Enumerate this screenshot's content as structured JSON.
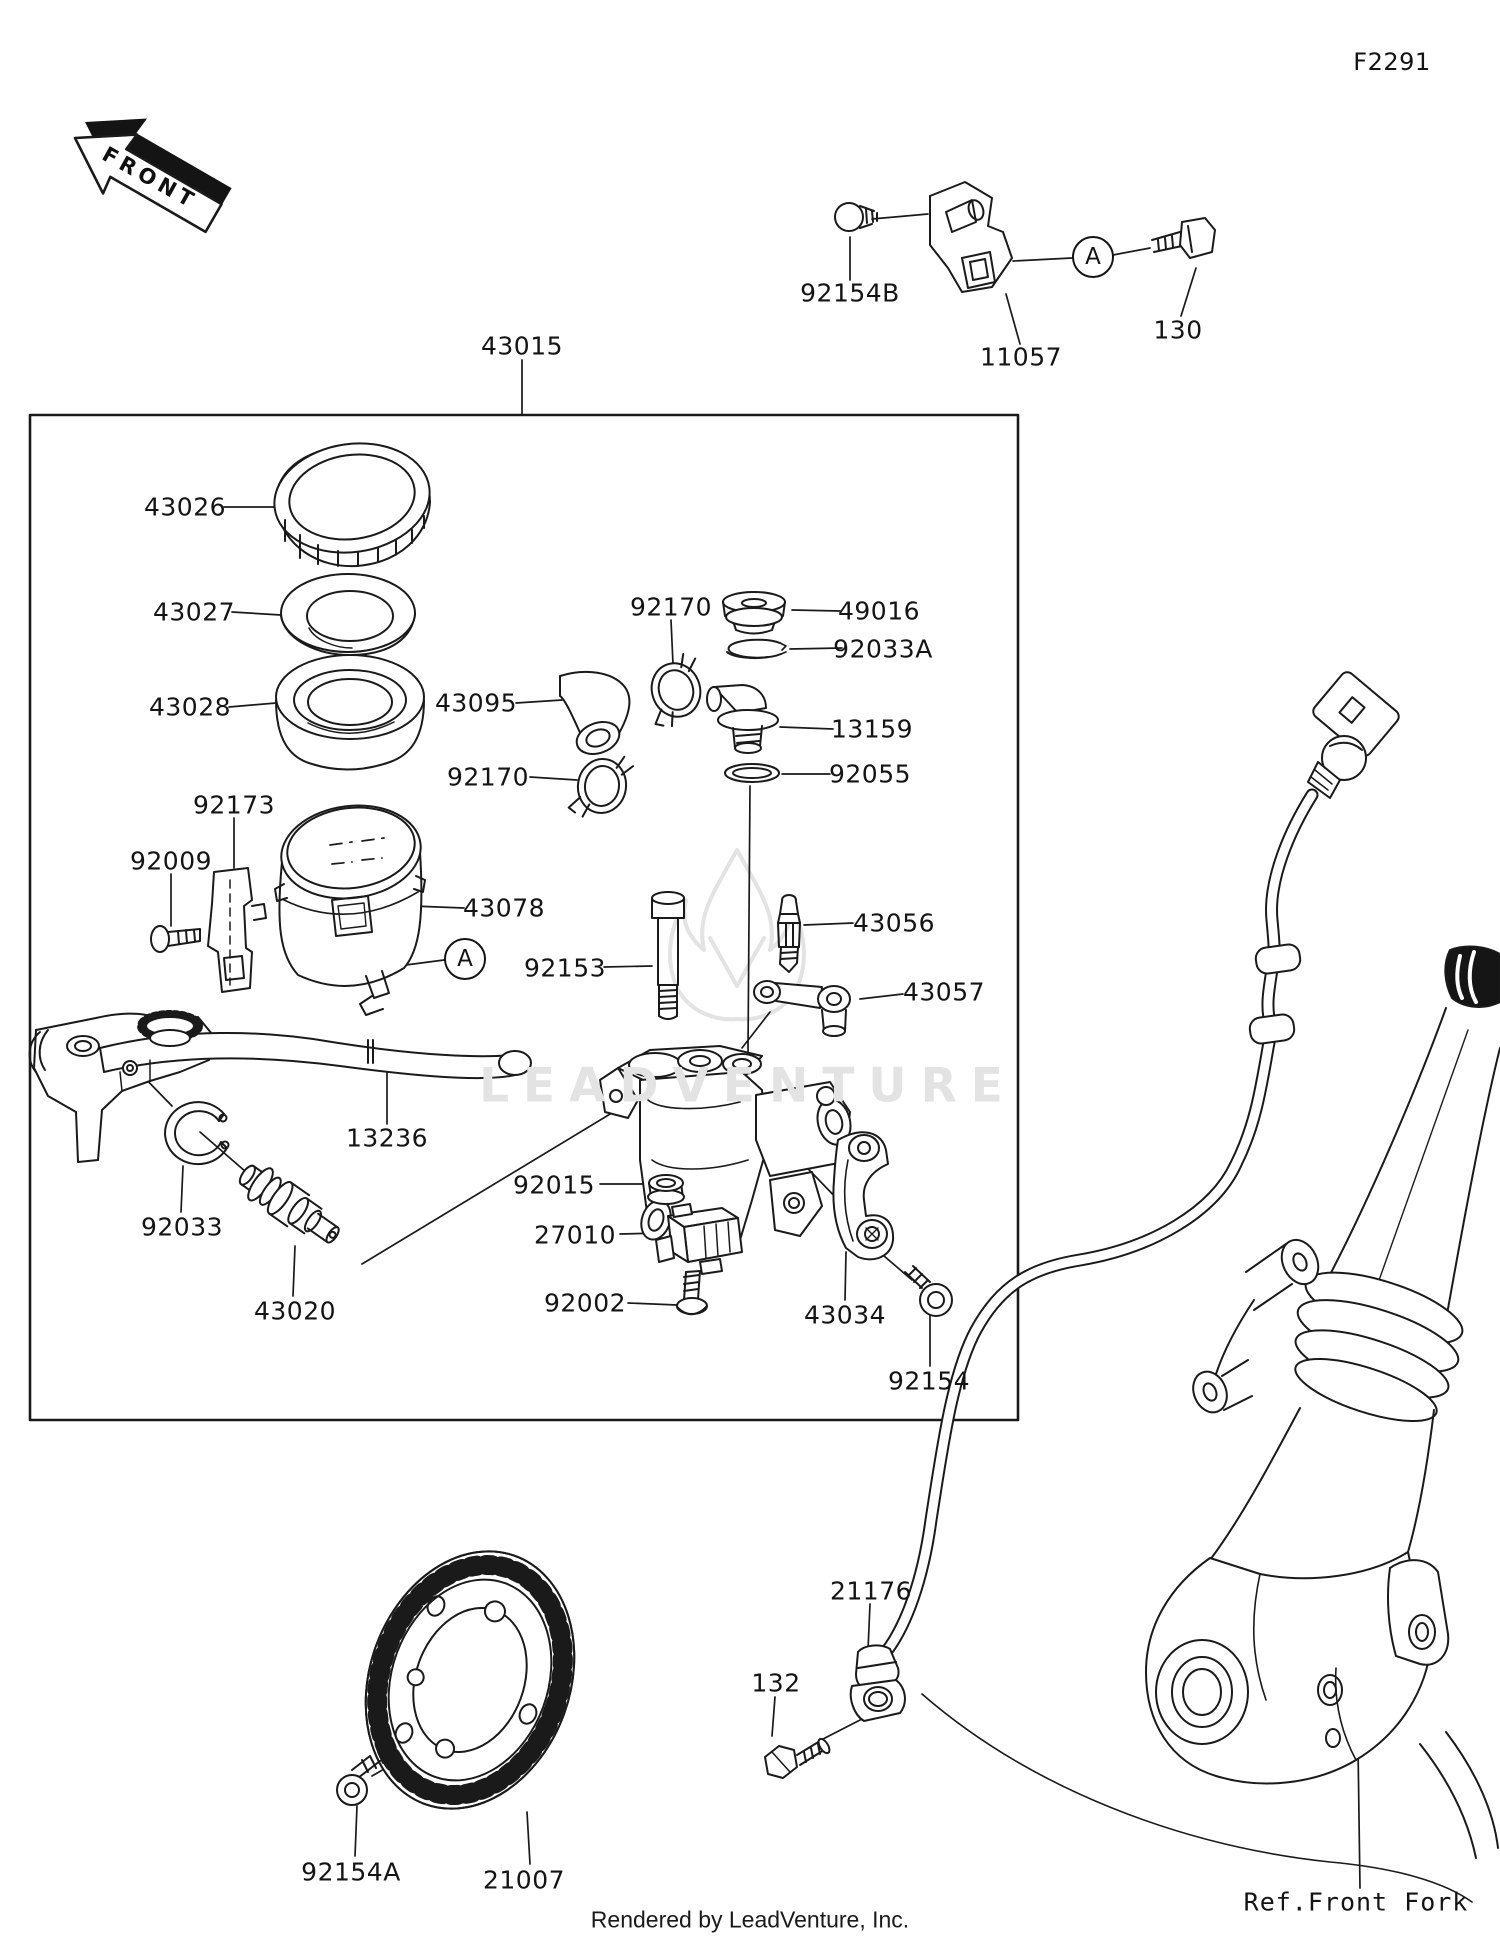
{
  "figure": {
    "code": "F2291",
    "front_label": "FRONT",
    "detail_marker": "A",
    "watermark": "LEADVENTURE",
    "reference_note": "Ref.Front Fork",
    "footer": "Rendered by LeadVenture, Inc."
  },
  "parts": {
    "assembly": "43015",
    "cap": "43026",
    "cap_plate": "43027",
    "cap_seal": "43028",
    "hose": "43095",
    "hose_clamp_a": "92170",
    "hose_clamp_b": "92170",
    "grommet": "49016",
    "circlip_small": "92033A",
    "elbow_fitting": "13159",
    "oring": "92055",
    "reservoir_bracket": "92173",
    "bracket_screw": "92009",
    "reservoir": "43078",
    "shoulder_bolt": "92153",
    "bleeder_valve": "43056",
    "brake_joint": "43057",
    "lever": "13236",
    "circlip": "92033",
    "piston": "43020",
    "lock_nut": "92015",
    "switch": "27010",
    "switch_screw": "92002",
    "clamp_holder": "43034",
    "clamp_bolt": "92154",
    "bracket_screw_b": "92154B",
    "sensor_bracket": "11057",
    "bracket_bolt": "130",
    "abs_sensor": "21176",
    "sensor_bolt": "132",
    "rotor_screw": "92154A",
    "sensor_rotor": "21007"
  }
}
